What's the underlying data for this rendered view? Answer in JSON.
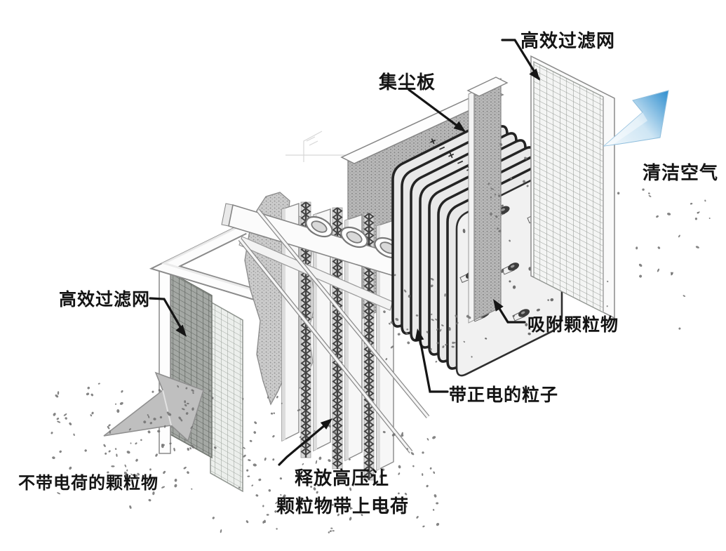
{
  "diagram": {
    "labels": {
      "hepa_top_right": "高效过滤网",
      "dust_collector_plate": "集尘板",
      "clean_air": "清洁空气",
      "adsorbed_particles": "吸附颗粒物",
      "positive_particles": "带正电的粒子",
      "hepa_left": "高效过滤网",
      "uncharged_particles": "不带电荷的颗粒物",
      "hv_line1": "释放高压让",
      "hv_line2": "颗粒物带上电荷"
    },
    "plate_polarity": {
      "plus": "+",
      "minus": "−",
      "sequence": [
        "+",
        "−",
        "+",
        "−",
        "+",
        "−",
        "+",
        "−"
      ]
    },
    "colors": {
      "clean_air_tip": "#2e8ecf",
      "clean_air_mid": "#cfe6f4",
      "clean_air_tail": "#f2f8fc",
      "dirty_air_arrow": "#bfbfbf",
      "line_art": "#3a3a3a",
      "label_text": "#141414"
    }
  }
}
